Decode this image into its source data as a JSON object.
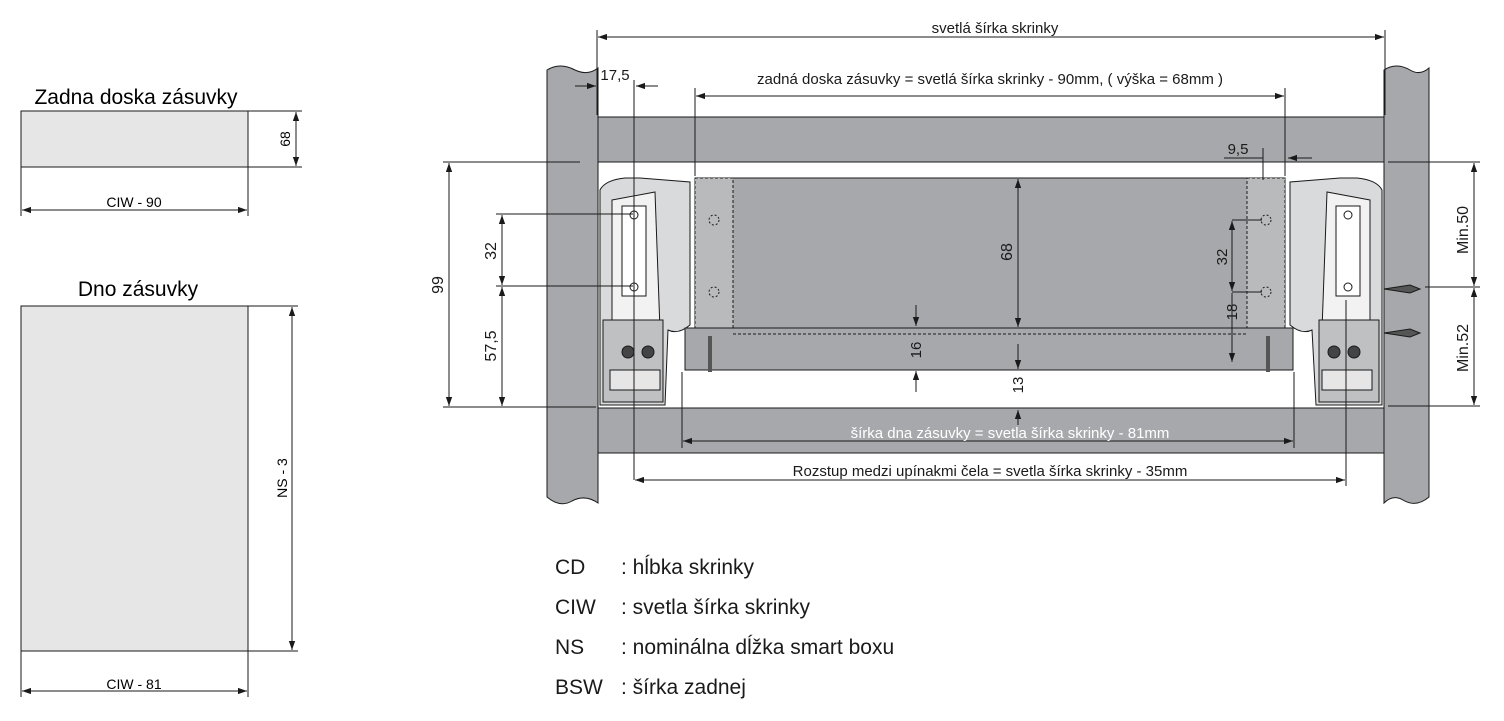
{
  "left_panel": {
    "back_board": {
      "title": "Zadna doska zásuvky",
      "width_label": "CIW - 90",
      "height_label": "68"
    },
    "bottom": {
      "title": "Dno zásuvky",
      "width_label": "CIW - 81",
      "length_label": "NS - 3"
    }
  },
  "main_drawing": {
    "top_label": "svetlá šírka skrinky",
    "back_board_label": "zadná doska zásuvky = svetlá šírka skrinky - 90mm, ( výška = 68mm )",
    "bottom_label": "šírka dna zásuvky = svetla šírka skrinky - 81mm",
    "front_clamp_label": "Rozstup medzi upínakmi čela = svetla šírka skrinky - 35mm",
    "dims": {
      "d17_5": "17,5",
      "d9_5": "9,5",
      "d99": "99",
      "d32_left": "32",
      "d57_5": "57,5",
      "d68": "68",
      "d16": "16",
      "d13": "13",
      "d32_right": "32",
      "d18": "18",
      "min50": "Min.50",
      "min52": "Min.52"
    }
  },
  "legend": [
    {
      "key": "CD",
      "text": ": hĺbka skrinky"
    },
    {
      "key": "CIW",
      "text": ": svetla šírka skrinky"
    },
    {
      "key": "NS",
      "text": ": nominálna dĺžka smart boxu"
    },
    {
      "key": "BSW",
      "text": ": šírka zadnej"
    }
  ],
  "colors": {
    "panel_gray": "#a6a8ab",
    "board_fill": "#e6e6e6",
    "line": "#1a1a1a",
    "runner_fill": "#d9dadc"
  }
}
